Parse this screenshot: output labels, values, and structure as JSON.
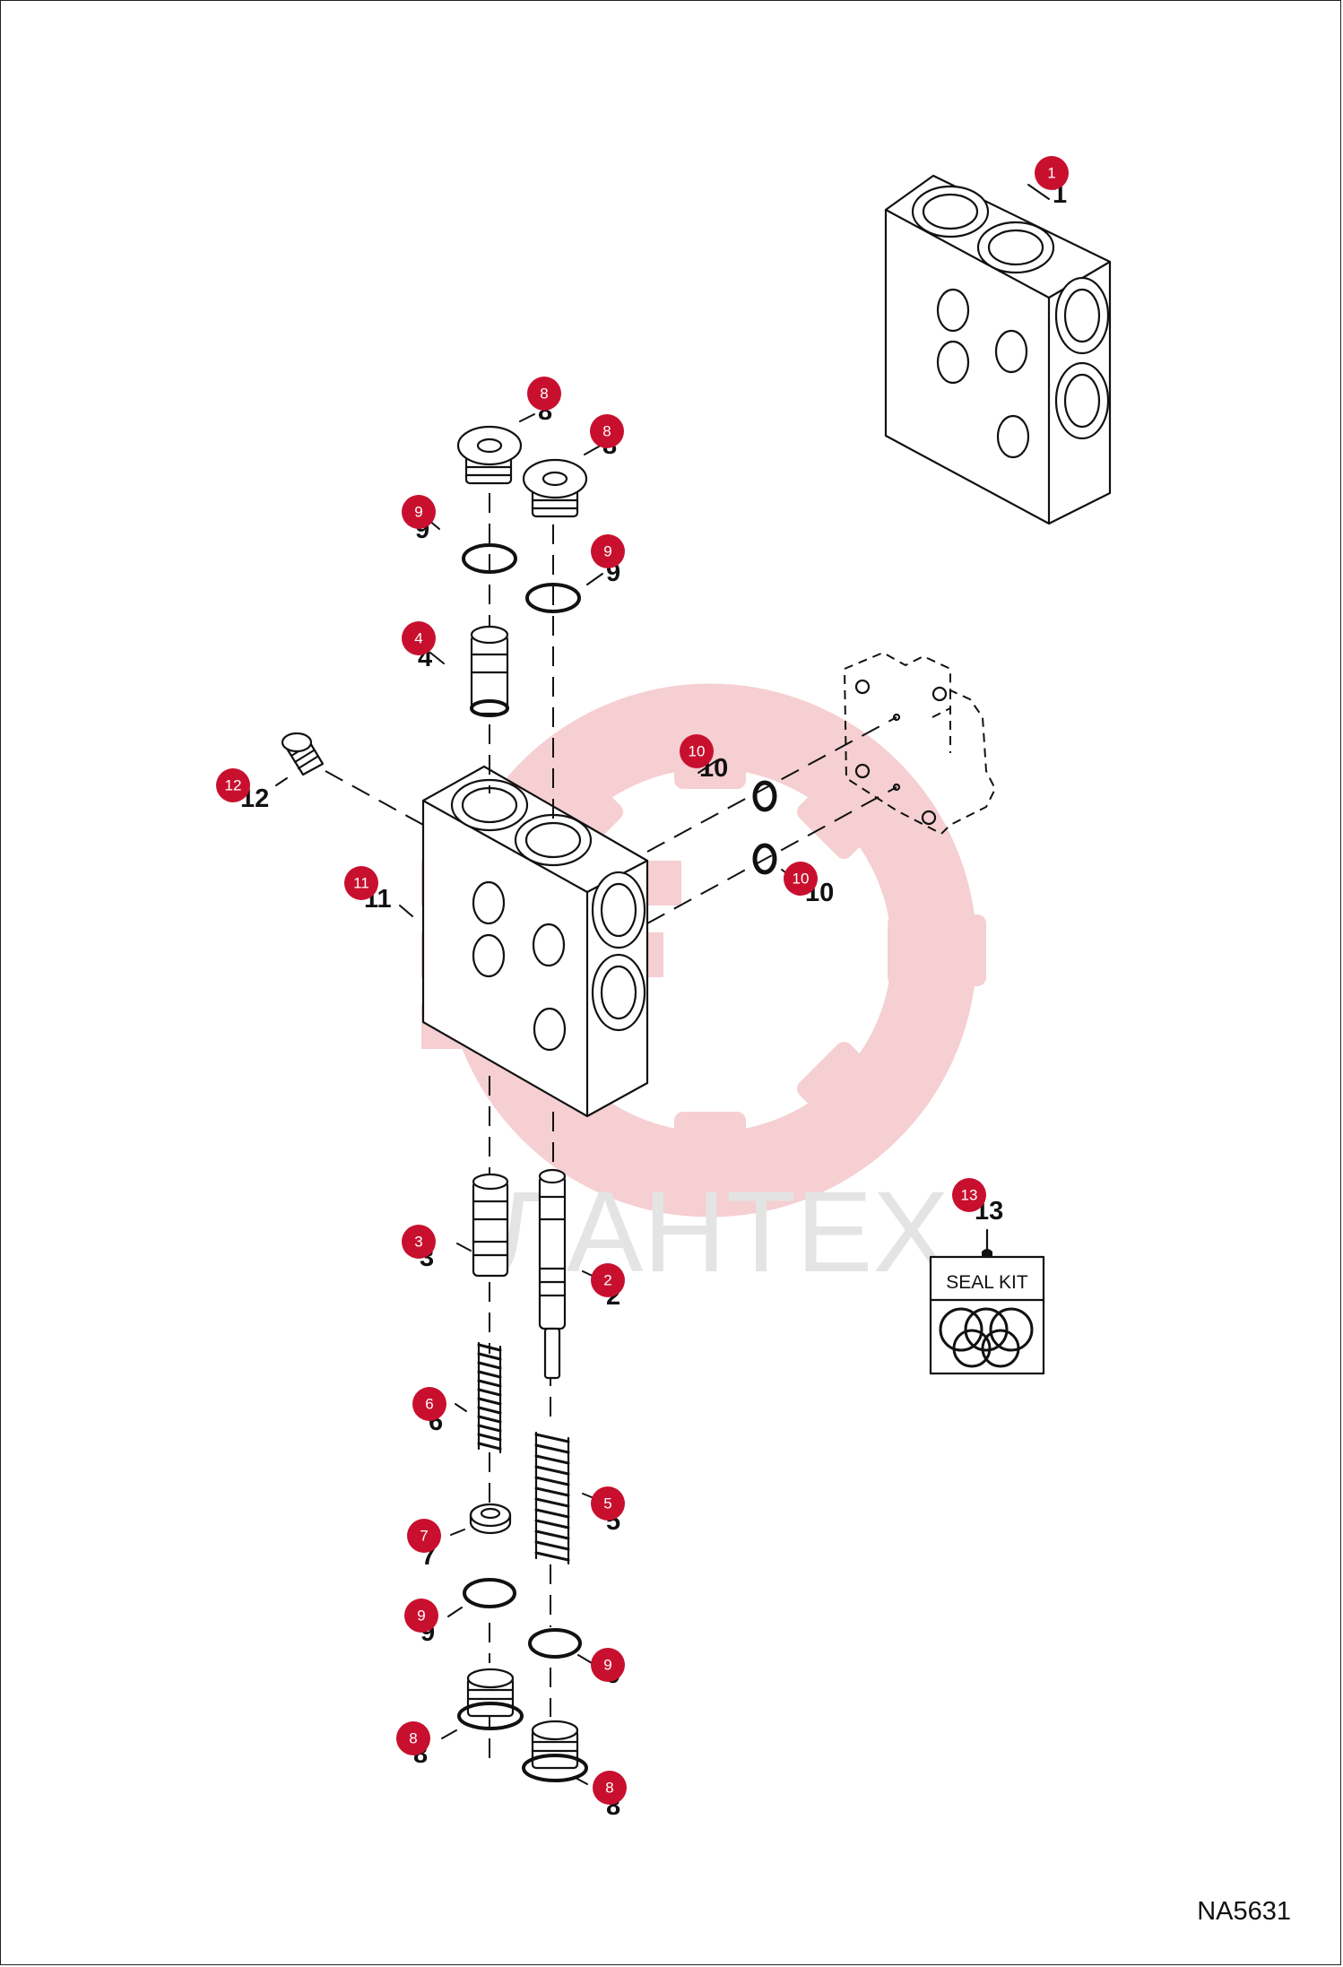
{
  "diagram_code": "NA5631",
  "watermark": "ЛАНТЕХ",
  "seal_kit_label": "SEAL KIT",
  "callouts": [
    {
      "id": "c1",
      "number": "1"
    },
    {
      "id": "c2",
      "number": "2"
    },
    {
      "id": "c3",
      "number": "3"
    },
    {
      "id": "c4",
      "number": "4"
    },
    {
      "id": "c5",
      "number": "5"
    },
    {
      "id": "c6",
      "number": "6"
    },
    {
      "id": "c7",
      "number": "7"
    },
    {
      "id": "c8a",
      "number": "8"
    },
    {
      "id": "c8b",
      "number": "8"
    },
    {
      "id": "c8c",
      "number": "8"
    },
    {
      "id": "c8d",
      "number": "8"
    },
    {
      "id": "c9a",
      "number": "9"
    },
    {
      "id": "c9b",
      "number": "9"
    },
    {
      "id": "c9c",
      "number": "9"
    },
    {
      "id": "c9d",
      "number": "9"
    },
    {
      "id": "c10a",
      "number": "10"
    },
    {
      "id": "c10b",
      "number": "10"
    },
    {
      "id": "c11",
      "number": "11"
    },
    {
      "id": "c12",
      "number": "12"
    },
    {
      "id": "c13",
      "number": "13"
    }
  ],
  "colors": {
    "badge": "#c8102e",
    "watermark": "#f4c7cb",
    "line": "#111111"
  }
}
